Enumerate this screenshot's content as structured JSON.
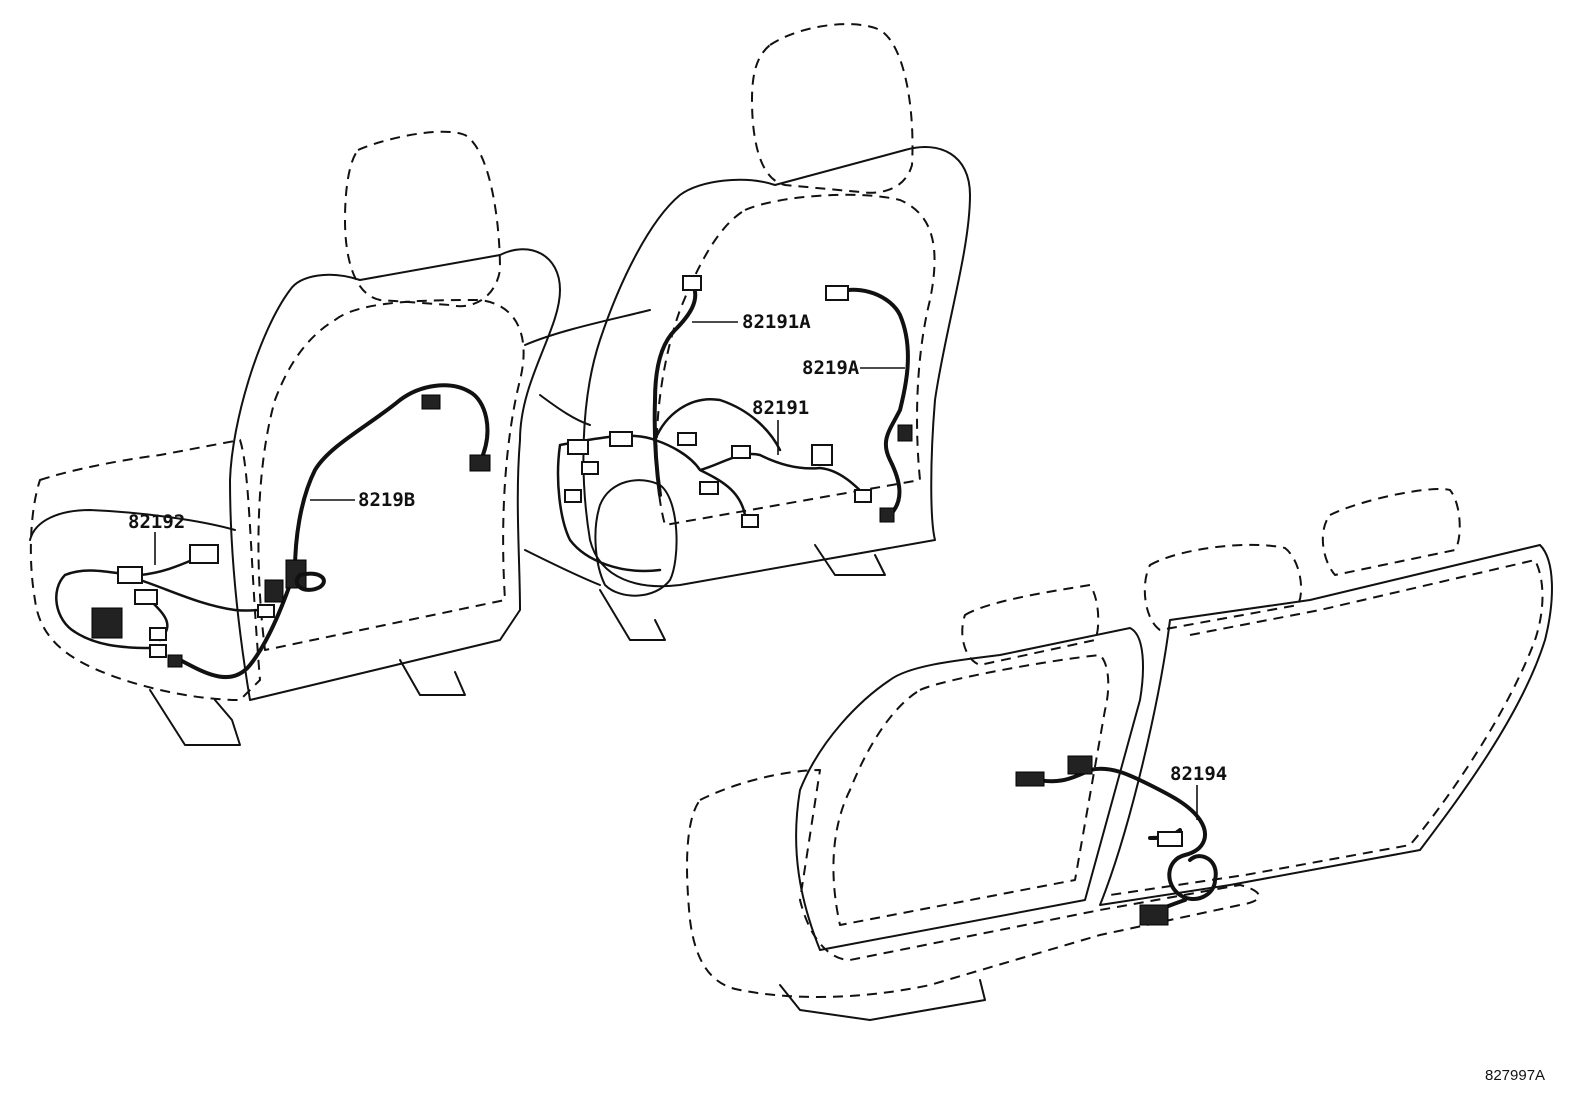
{
  "labels": {
    "part_82191A": "82191A",
    "part_8219A": "8219A",
    "part_82191": "82191",
    "part_8219B": "8219B",
    "part_82192": "82192",
    "part_82194": "82194",
    "diagram_id": "827997A"
  },
  "colors": {
    "line": "#111111",
    "background": "#ffffff"
  }
}
